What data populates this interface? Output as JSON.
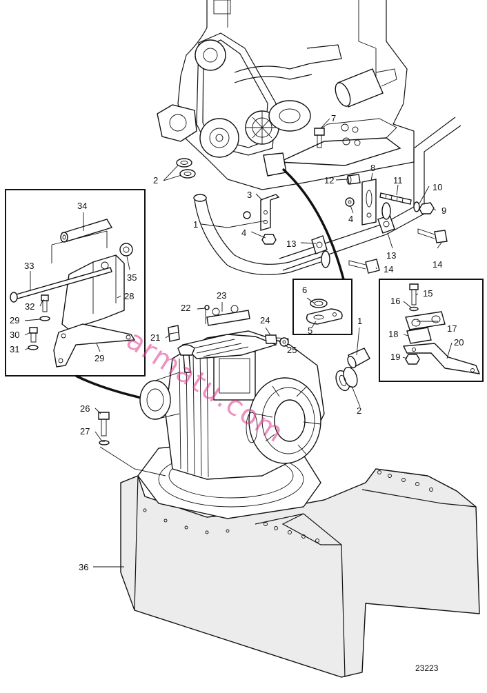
{
  "diagram": {
    "number": "23223",
    "watermark": "armatu.com",
    "callouts": {
      "c1a": "1",
      "c1b": "1",
      "c2a": "2",
      "c2b": "2",
      "c3": "3",
      "c4a": "4",
      "c4b": "4",
      "c5": "5",
      "c6": "6",
      "c7": "7",
      "c8": "8",
      "c9": "9",
      "c10": "10",
      "c11": "11",
      "c12": "12",
      "c13a": "13",
      "c13b": "13",
      "c14a": "14",
      "c14b": "14",
      "c15": "15",
      "c16": "16",
      "c17": "17",
      "c18": "18",
      "c19": "19",
      "c20": "20",
      "c21": "21",
      "c22": "22",
      "c23": "23",
      "c24": "24",
      "c25": "25",
      "c26": "26",
      "c27": "27",
      "c28": "28",
      "c29a": "29",
      "c29b": "29",
      "c30": "30",
      "c31": "31",
      "c32": "32",
      "c33": "33",
      "c34": "34",
      "c35": "35",
      "c36": "36"
    }
  }
}
